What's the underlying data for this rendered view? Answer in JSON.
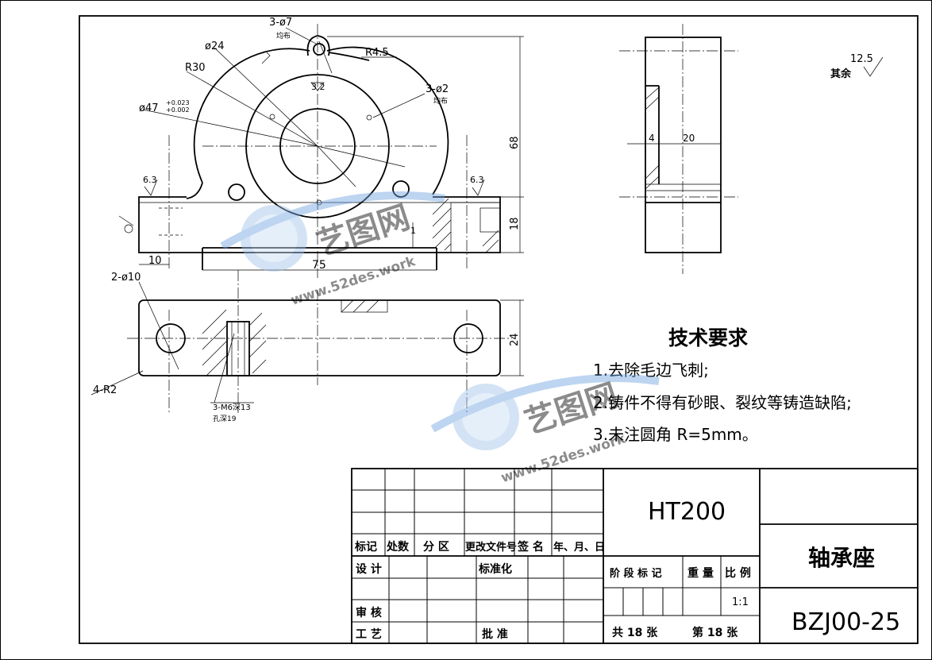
{
  "dimensions": {
    "hole_3_phi7": "3-ø7",
    "uniform_1": "均布",
    "r45": "R4.5",
    "phi24": "ø24",
    "r30": "R30",
    "phi47": "ø47",
    "phi47_upper": "+0.023",
    "phi47_lower": "+0.002",
    "hole_3_phi2": "3-ø2",
    "uniform_2": "均布",
    "ra32": "3.2",
    "d68": "68",
    "d18": "18",
    "d10": "10",
    "d75": "75",
    "d1": "1",
    "hole_2_phi10": "2-ø10",
    "d24": "24",
    "r2": "4-R2",
    "thread": "3-M6深13",
    "hole_depth": "孔深19",
    "d4": "4",
    "d20": "20",
    "ra63_left": "6.3",
    "ra63_right": "6.3",
    "rest_value": "12.5",
    "rest_label": "其余"
  },
  "tech": {
    "title": "技术要求",
    "items": [
      "1.去除毛边飞刺;",
      "2.铸件不得有砂眼、裂纹等铸造缺陷;",
      "3.未注圆角 R=5mm。"
    ]
  },
  "title_block": {
    "material": "HT200",
    "part_name": "轴承座",
    "drawing_no": "BZJ00-25",
    "headers": [
      "标记",
      "处数",
      "分 区",
      "更改文件号",
      "签 名",
      "年、月、日"
    ],
    "design": "设 计",
    "standardize": "标准化",
    "review": "审 核",
    "process": "工 艺",
    "approve": "批 准",
    "stage_mark": "阶 段 标 记",
    "weight": "重 量",
    "scale_label": "比 例",
    "scale": "1:1",
    "total_sheets": "共 18 张",
    "sheet_no": "第 18 张"
  },
  "watermark": {
    "brand": "艺图网",
    "url": "www.52des.work"
  }
}
